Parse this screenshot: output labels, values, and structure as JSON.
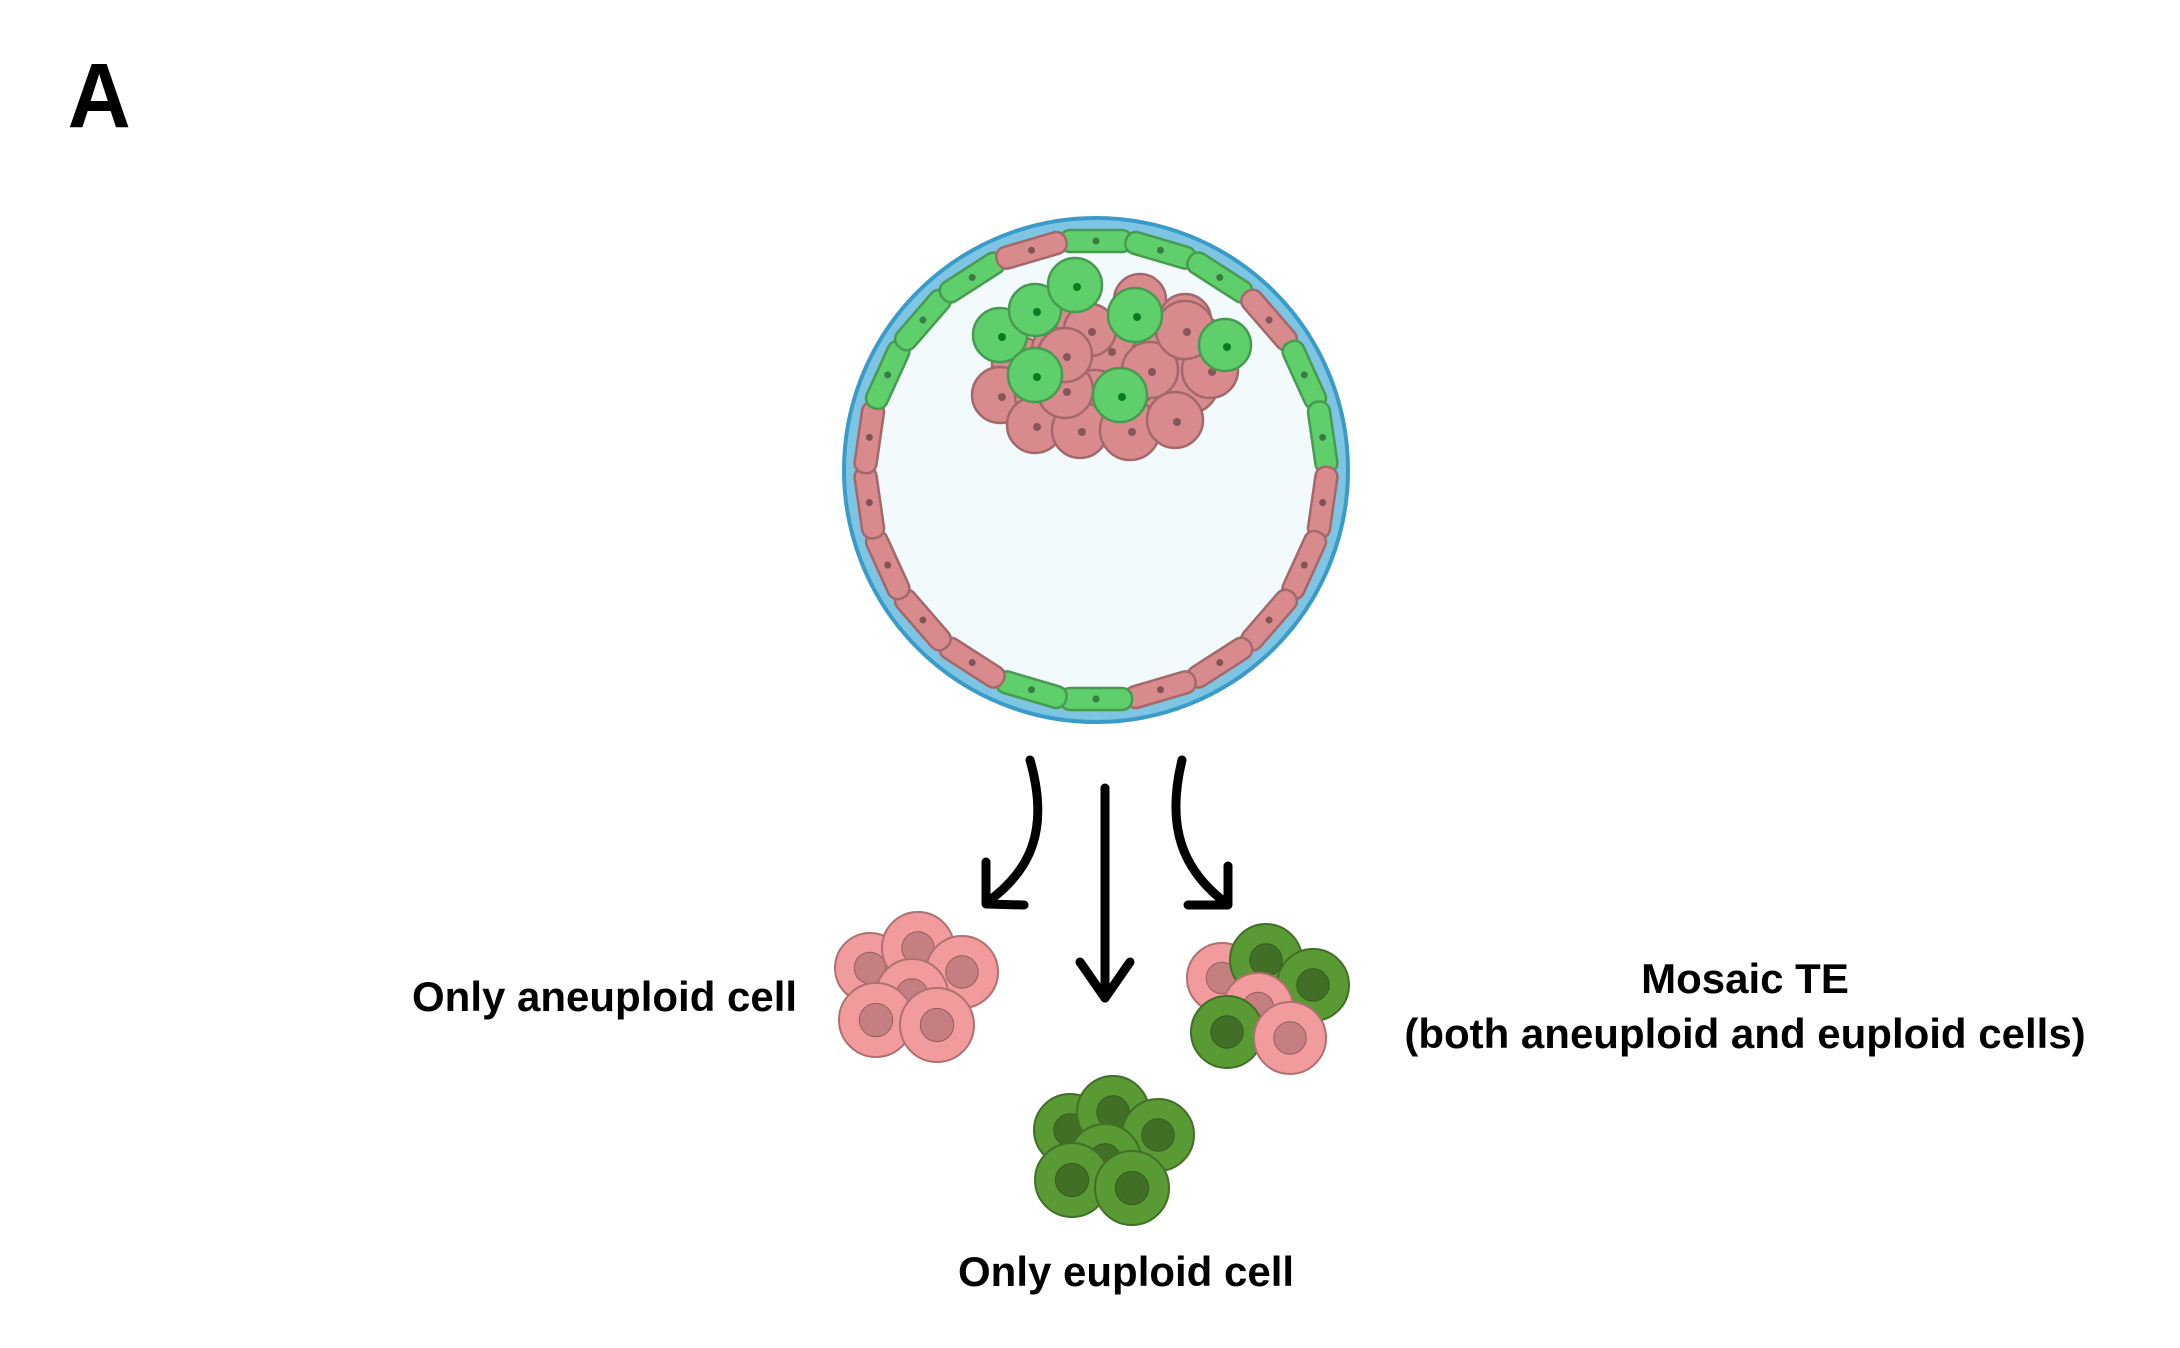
{
  "panel_label": "A",
  "outcomes": {
    "aneuploid": {
      "label": "Only aneuploid cell"
    },
    "euploid": {
      "label": "Only euploid cell"
    },
    "mosaic": {
      "label_line1": "Mosaic TE",
      "label_line2": "(both aneuploid and euploid cells)"
    }
  },
  "colors": {
    "zona": "#7ec4e3",
    "zona_stroke": "#3a9bc9",
    "blastocoel": "#f3fafd",
    "aneuploid_embryo_cell": "#d98a8c",
    "euploid_embryo_cell": "#5fcf6c",
    "aneuploid_biopsy_cell": "#f29b9d",
    "euploid_biopsy_cell": "#5a9a35",
    "arrow": "#000000"
  }
}
